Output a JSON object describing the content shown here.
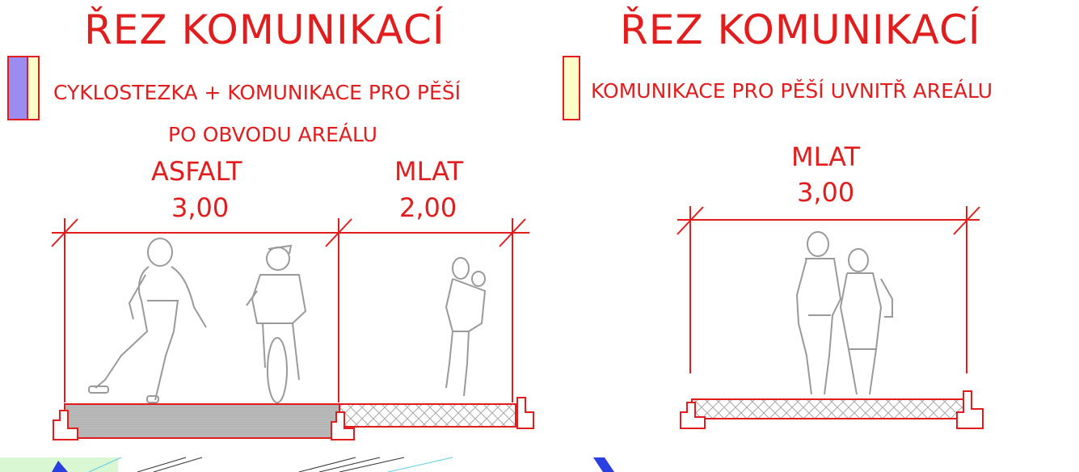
{
  "left": {
    "title": "ŘEZ KOMUNIKACÍ",
    "legend_line1": "CYKLOSTEZKA + KOMUNIKACE PRO PĚŠÍ",
    "legend_line2": "PO OBVODU AREÁLU",
    "segments": [
      {
        "label": "ASFALT",
        "width": "3,00"
      },
      {
        "label": "MLAT",
        "width": "2,00"
      }
    ]
  },
  "right": {
    "title": "ŘEZ KOMUNIKACÍ",
    "legend_line1": "KOMUNIKACE PRO PĚŠÍ UVNITŘ AREÁLU",
    "segment": {
      "label": "MLAT",
      "width": "3,00"
    }
  },
  "colors": {
    "dimension_red": "#e11d1d",
    "cyclepath_purple": "#9b8cf0",
    "pedestrian_yellow": "#fdfdc8",
    "asphalt_gray": "#b8b8b8",
    "figure_gray": "#9a9a9a"
  }
}
